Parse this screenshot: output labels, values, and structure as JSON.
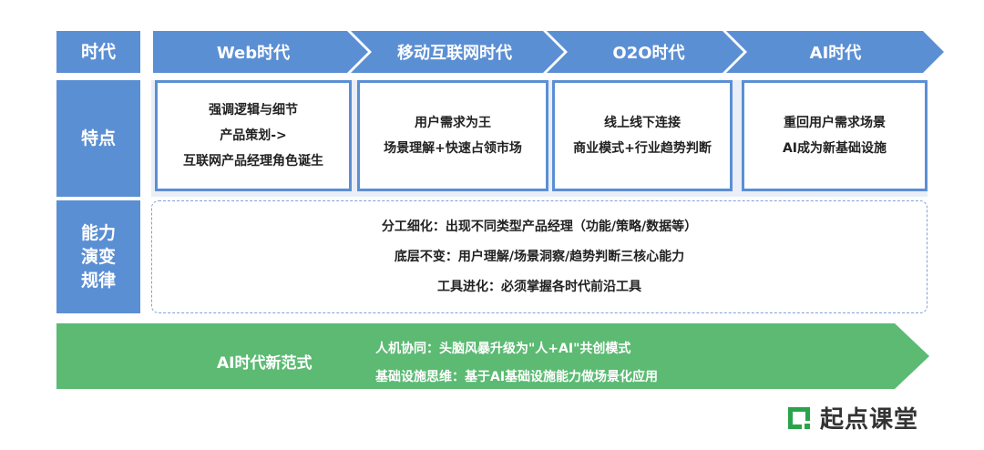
{
  "rows": {
    "era": "时代",
    "features": "特点",
    "rules": [
      "能力",
      "演变",
      "规律"
    ]
  },
  "eras": [
    "Web时代",
    "移动互联网时代",
    "O2O时代",
    "AI时代"
  ],
  "features": [
    [
      "强调逻辑与细节",
      "产品策划->",
      "互联网产品经理角色诞生"
    ],
    [
      "用户需求为王",
      "场景理解+快速占领市场"
    ],
    [
      "线上线下连接",
      "商业模式+行业趋势判断"
    ],
    [
      "重回用户需求场景",
      "AI成为新基础设施"
    ]
  ],
  "rules_lines": [
    "分工细化：出现不同类型产品经理（功能/策略/数据等）",
    "底层不变：用户理解/场景洞察/趋势判断三核心能力",
    "工具进化：必须掌握各时代前沿工具"
  ],
  "ai_paradigm": {
    "title": "AI时代新范式",
    "lines": [
      "人机协同：头脑风暴升级为\"人+AI\"共创模式",
      "基础设施思维：基于AI基础设施能力做场景化应用"
    ]
  },
  "logo": {
    "text": "起点课堂"
  },
  "colors": {
    "blue": "#5b8fd4",
    "green": "#5cba73",
    "logo_green": "#2aa44a"
  }
}
